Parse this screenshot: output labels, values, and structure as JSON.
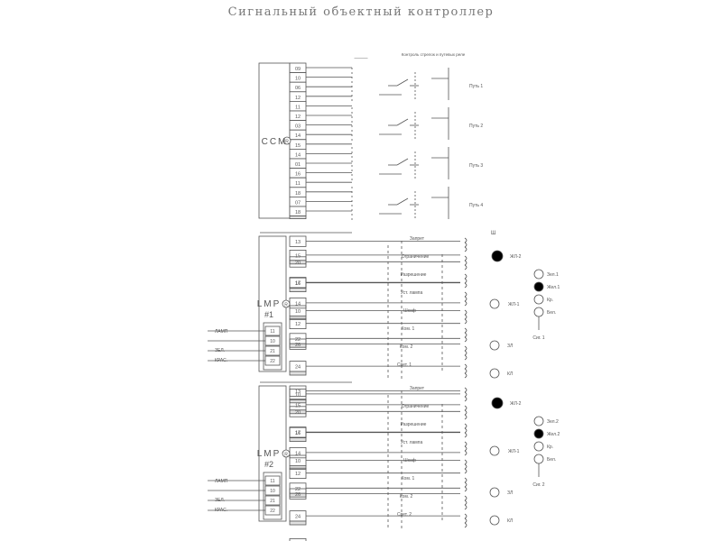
{
  "title": "Сигнальный объектный контроллер",
  "colors": {
    "line": "#555555",
    "block_fill": "#e0e0e0",
    "text": "#555555",
    "lamp_on": "#000000"
  },
  "ccm": {
    "label": "CCM",
    "marker": "R",
    "terminals": [
      "09",
      "10",
      "06",
      "12",
      "11",
      "12",
      "03",
      "14",
      "15",
      "14",
      "01",
      "16",
      "11",
      "18",
      "07",
      "18"
    ],
    "header_left": "———",
    "header_right": "Контроль стрелок и путевых реле",
    "rows": [
      "Путь 1",
      "Путь 2",
      "Путь 3",
      "Путь 4"
    ]
  },
  "lmp1": {
    "label": "LMP",
    "num": "#1",
    "marker": "R",
    "terminals": [
      "13",
      "15",
      "20",
      "16",
      "17",
      "10",
      "14",
      "22",
      "12",
      "24",
      "26",
      "10"
    ],
    "sub_terminals": [
      "11",
      "10",
      "21",
      "22"
    ],
    "ext_labels": [
      "ЛАМП",
      "ЗЕЛ.",
      "КРАС."
    ],
    "circuit_labels": [
      "Запрет",
      "Ограничение",
      "Разрешение",
      "Уст. лампа",
      "Шкаф",
      "Ком. 1",
      "Ком. 2",
      "Свет. 1"
    ],
    "signal_labels": [
      "ЖЛ-2",
      "ЖЛ-1",
      "ЗЛ",
      "КЛ"
    ],
    "side_labels": [
      "Зел.1",
      "Жел.1",
      "Кр.",
      "Бел."
    ],
    "top_label": "Ш",
    "bottom_label": "Сиг. 1"
  },
  "lmp2": {
    "label": "LMP",
    "num": "#2",
    "marker": "R",
    "terminals": [
      "13",
      "15",
      "20",
      "16",
      "17",
      "10",
      "14",
      "22",
      "12",
      "24",
      "26",
      "10"
    ],
    "sub_terminals": [
      "11",
      "10",
      "21",
      "22"
    ],
    "ext_labels": [
      "ЛАМП",
      "ЗЕЛ.",
      "КРАС."
    ],
    "circuit_labels": [
      "Запрет",
      "Ограничение",
      "Разрешение",
      "Уст. лампа",
      "Шкаф",
      "Ком. 1",
      "Ком. 2",
      "Свет. 2"
    ],
    "signal_labels": [
      "ЖЛ-2",
      "ЖЛ-1",
      "ЗЛ",
      "КЛ"
    ],
    "side_labels": [
      "Зел.2",
      "Жел.2",
      "Кр.",
      "Бел."
    ],
    "bottom_label": "Сиг. 2"
  }
}
